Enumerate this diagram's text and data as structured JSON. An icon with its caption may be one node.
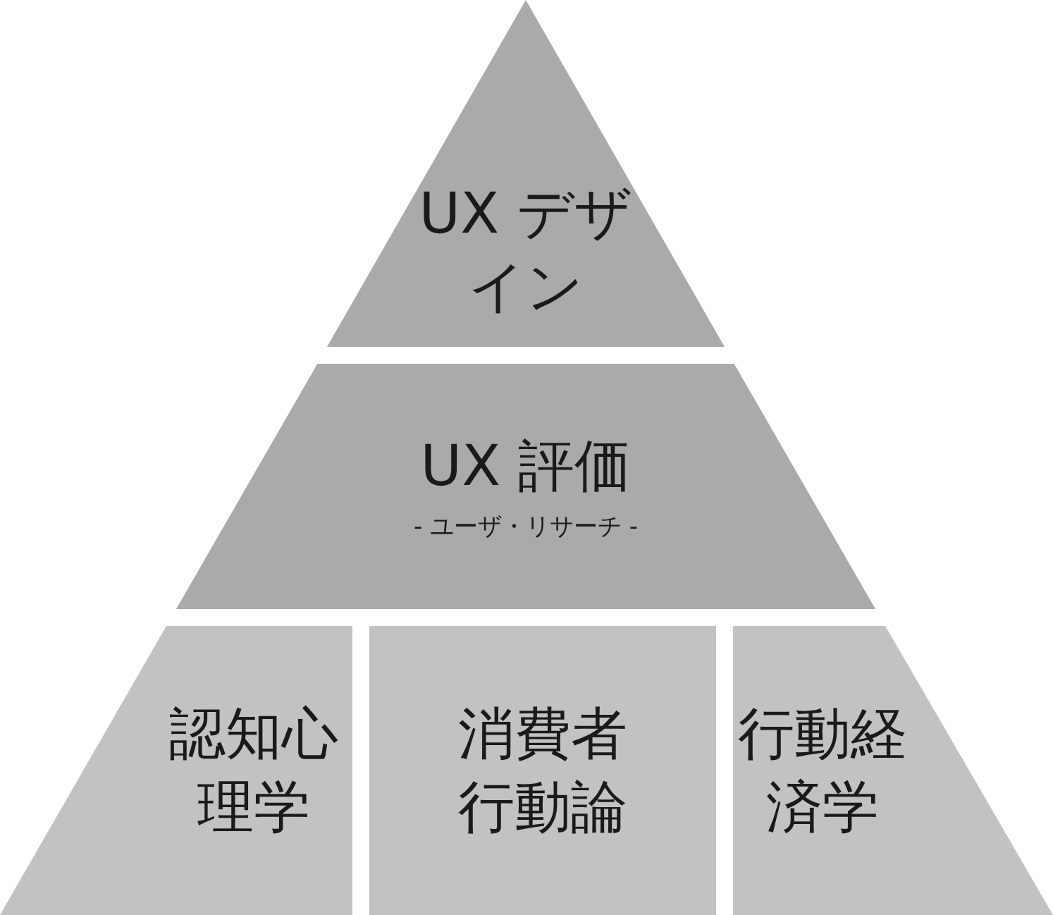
{
  "diagram": {
    "nodes": [
      {
        "text": [
          "UX デザイン"
        ]
      },
      {
        "text": [
          "UX 評価",
          "- ユーザ・リサーチ -"
        ]
      },
      {
        "text": [
          "認知心理学"
        ]
      },
      {
        "text": [
          "消費者行動論"
        ]
      },
      {
        "text": [
          "行動経済学"
        ]
      }
    ],
    "edges": []
  }
}
